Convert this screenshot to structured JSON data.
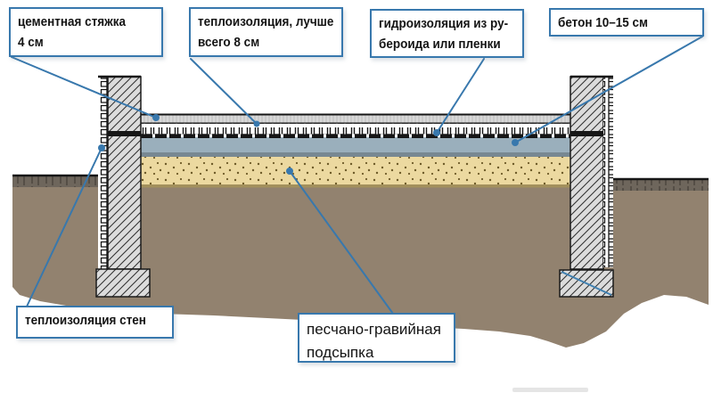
{
  "labels": {
    "cement_screed": {
      "line1": "цементная стяжка",
      "line2": "4 см"
    },
    "floor_insulation": {
      "line1": "теплоизоляция, лучше",
      "line2": "всего 8 см"
    },
    "waterproofing": {
      "line1": "гидроизоляция из ру-",
      "line2": "бероида или пленки"
    },
    "concrete": {
      "line1": "бетон 10–15 см"
    },
    "wall_insulation": {
      "line1": "теплоизоляция стен"
    },
    "sand_gravel": {
      "line1": "песчано-гравийная",
      "line2": "подсыпка"
    }
  },
  "palette": {
    "accent_blue": "#3878ad",
    "concrete_blue": "#9aafbc",
    "sand_tan": "#ecd9a0",
    "soil_brown": "#92826f",
    "wall_gray": "#dcdcdc",
    "ground_dark": "#6e665c",
    "line_black": "#161616"
  }
}
